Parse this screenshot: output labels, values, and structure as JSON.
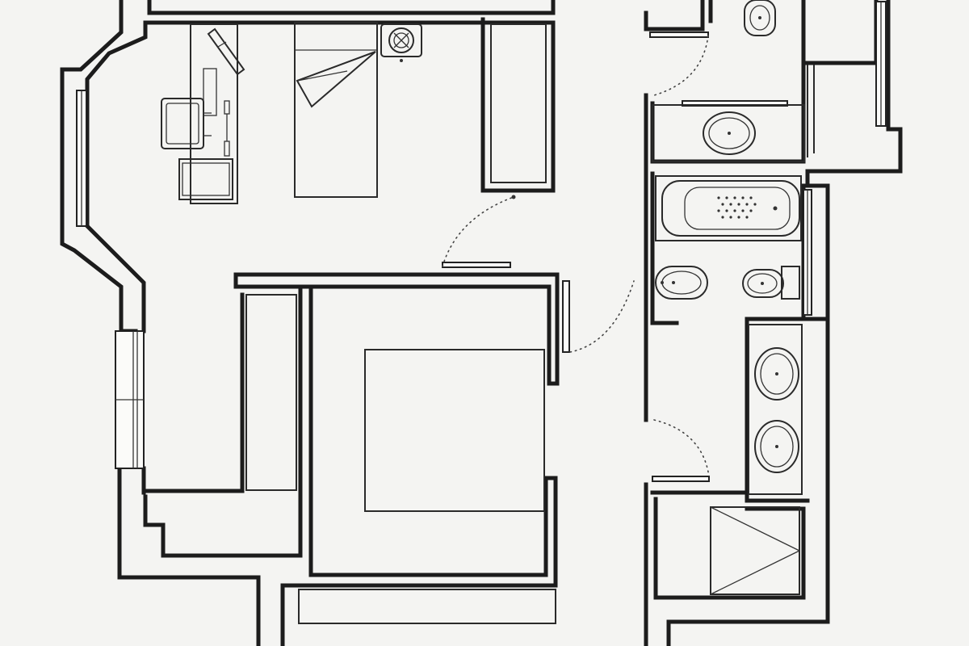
{
  "plan": {
    "background": "#f4f4f2",
    "line_color": "#1c1c1c",
    "rooms": [
      "study-bedroom",
      "master-bedroom",
      "bathroom",
      "ensuite-bathroom",
      "wc-bathroom",
      "corridor"
    ],
    "fixtures": [
      "desk",
      "office-chair",
      "single-bed",
      "ceiling-fan",
      "wardrobe",
      "double-bed",
      "dresser",
      "bathtub",
      "bidet",
      "toilet",
      "double-sink-vanity",
      "shower",
      "washbasin"
    ],
    "visible_text": []
  }
}
